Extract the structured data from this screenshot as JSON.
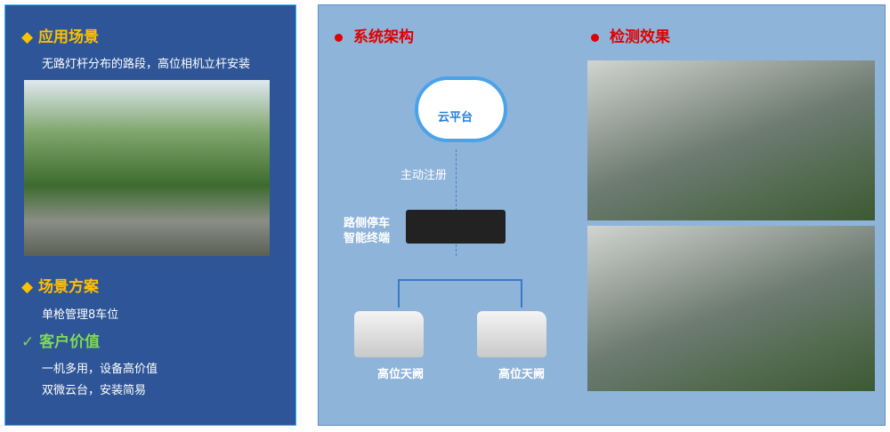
{
  "left": {
    "scenario": {
      "title": "应用场景",
      "desc": "无路灯杆分布的路段，高位相机立杆安装"
    },
    "solution": {
      "title": "场景方案",
      "desc": "单枪管理8车位"
    },
    "value": {
      "title": "客户价值",
      "lines": [
        "一机多用，设备高价值",
        "双微云台，安装简易"
      ]
    }
  },
  "right": {
    "architecture": {
      "title": "系统架构",
      "cloud": "云平台",
      "register": "主动注册",
      "terminal": [
        "路侧停车",
        "智能终端"
      ],
      "cameras": [
        "高位天阙",
        "高位天阙"
      ]
    },
    "detection": {
      "title": "检测效果"
    }
  },
  "colors": {
    "left_bg": "#2e5597",
    "right_bg": "#8fb4d9",
    "heading_yellow": "#ffc000",
    "heading_green": "#7ed957",
    "heading_red": "#e00000"
  }
}
